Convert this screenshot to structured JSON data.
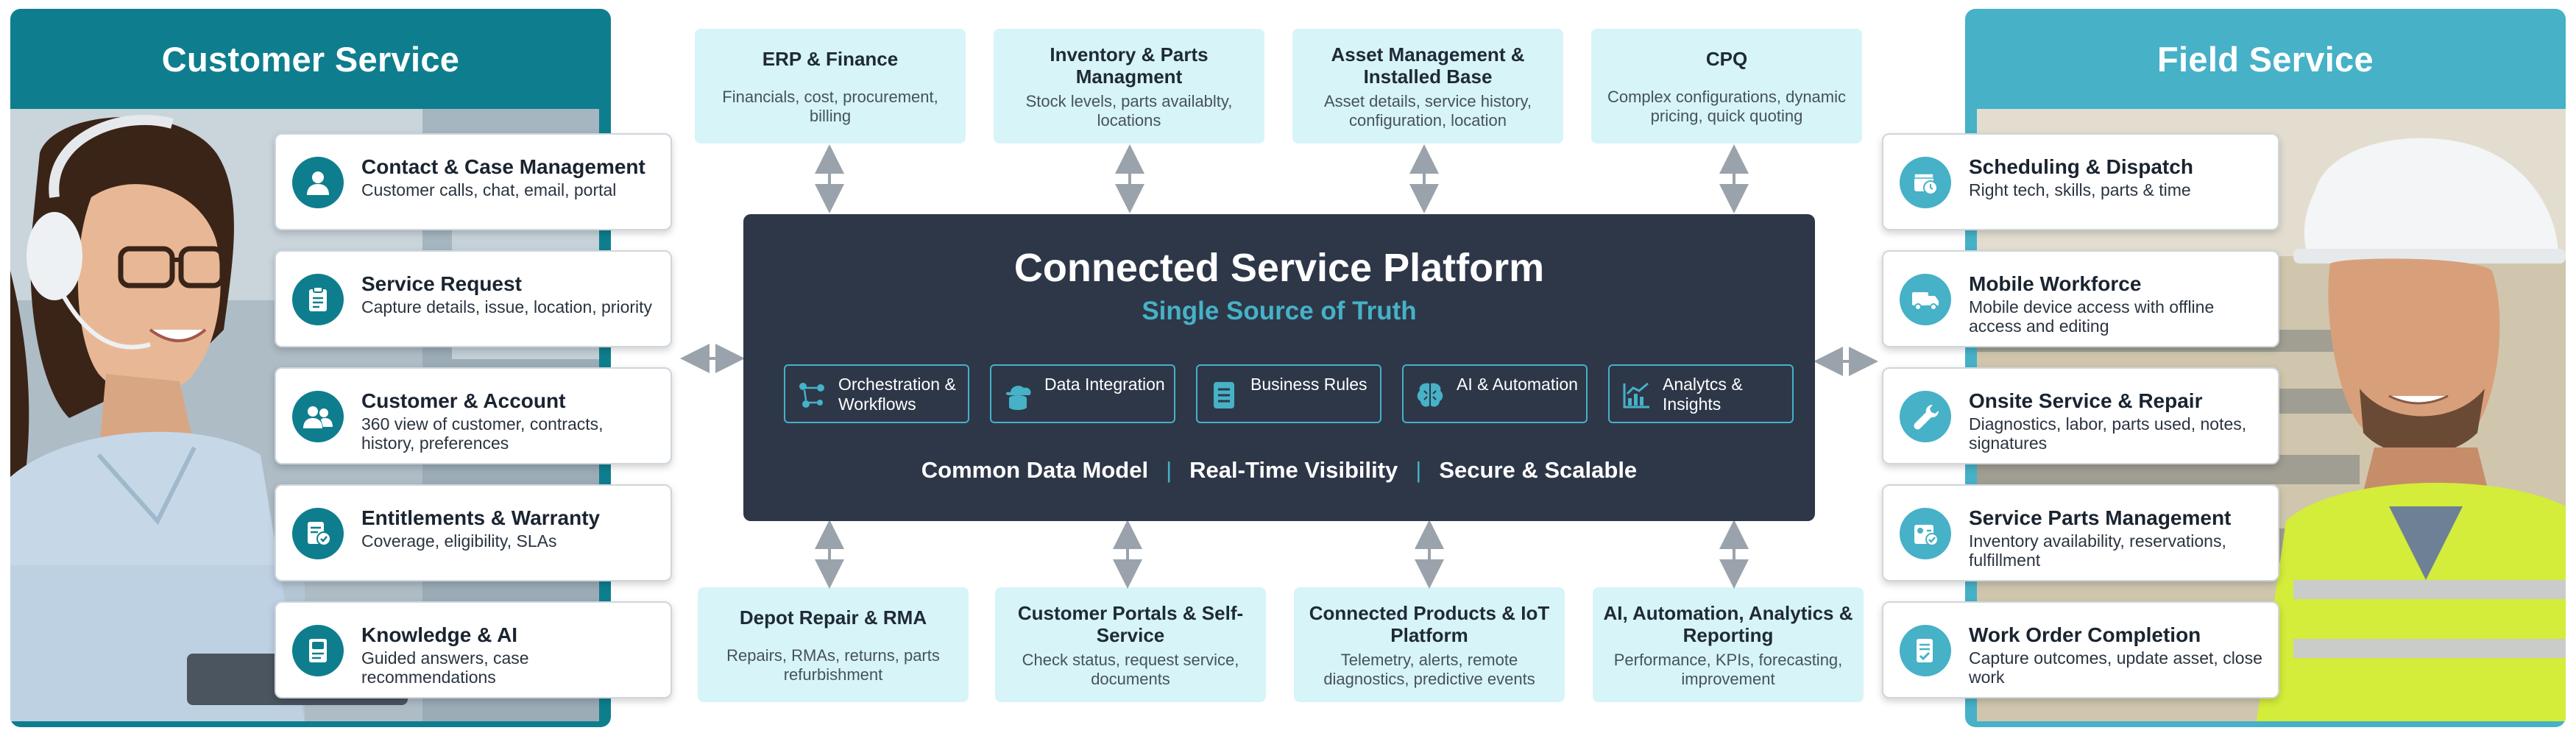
{
  "customer_service": {
    "title": "Customer Service",
    "items": [
      {
        "title": "Contact & Case Management",
        "desc": "Customer calls, chat, email, portal",
        "icon": "person-icon"
      },
      {
        "title": "Service Request",
        "desc": "Capture details, issue, location, priority",
        "icon": "clipboard-icon"
      },
      {
        "title": "Customer & Account",
        "desc": "360 view of customer, contracts, history, preferences",
        "icon": "users-icon"
      },
      {
        "title": "Entitlements & Warranty",
        "desc": "Coverage, eligibility, SLAs",
        "icon": "document-check-icon"
      },
      {
        "title": "Knowledge & AI",
        "desc": "Guided answers, case recommendations",
        "icon": "book-icon"
      }
    ]
  },
  "field_service": {
    "title": "Field Service",
    "items": [
      {
        "title": "Scheduling & Dispatch",
        "desc": "Right tech, skills, parts & time",
        "icon": "calendar-clock-icon"
      },
      {
        "title": "Mobile Workforce",
        "desc": "Mobile device access with offline access and editing",
        "icon": "truck-icon"
      },
      {
        "title": "Onsite Service & Repair",
        "desc": "Diagnostics, labor, parts used, notes, signatures",
        "icon": "wrench-icon"
      },
      {
        "title": "Service Parts Management",
        "desc": "Inventory availability, reservations, fulfillment",
        "icon": "parts-check-icon"
      },
      {
        "title": "Work Order Completion",
        "desc": "Capture outcomes, update asset, close work",
        "icon": "checklist-icon"
      }
    ]
  },
  "top_systems": [
    {
      "title": "ERP & Finance",
      "desc": "Financials, cost, procurement, billing"
    },
    {
      "title": "Inventory & Parts Managment",
      "desc": "Stock levels, parts availablty, locations"
    },
    {
      "title": "Asset Management & Installed Base",
      "desc": "Asset details, service history, configuration, location"
    },
    {
      "title": "CPQ",
      "desc": "Complex configurations, dynamic pricing, quick quoting"
    }
  ],
  "bottom_systems": [
    {
      "title": "Depot Repair & RMA",
      "desc": "Repairs, RMAs, returns, parts refurbishment"
    },
    {
      "title": "Customer Portals & Self-Service",
      "desc": "Check status, request service, documents"
    },
    {
      "title": "Connected Products & IoT Platform",
      "desc": "Telemetry, alerts, remote diagnostics, predictive events"
    },
    {
      "title": "AI, Automation, Analytics & Reporting",
      "desc": "Performance, KPIs, forecasting, improvement"
    }
  ],
  "platform": {
    "title": "Connected Service Platform",
    "subtitle": "Single Source of Truth",
    "capabilities": [
      {
        "label": "Orchestration & Workflows",
        "icon": "workflow-icon"
      },
      {
        "label": "Data Integration",
        "icon": "database-cloud-icon"
      },
      {
        "label": "Business Rules",
        "icon": "rules-list-icon"
      },
      {
        "label": "AI & Automation",
        "icon": "brain-icon"
      },
      {
        "label": "Analytcs & Insights",
        "icon": "analytics-chart-icon"
      }
    ],
    "footer": [
      "Common Data Model",
      "Real-Time Visibility",
      "Secure & Scalable"
    ]
  },
  "colors": {
    "customer_accent": "#0e7e8e",
    "field_accent": "#46b1c7",
    "platform_bg": "#2d3748",
    "system_box_bg": "#d7f4f8"
  }
}
